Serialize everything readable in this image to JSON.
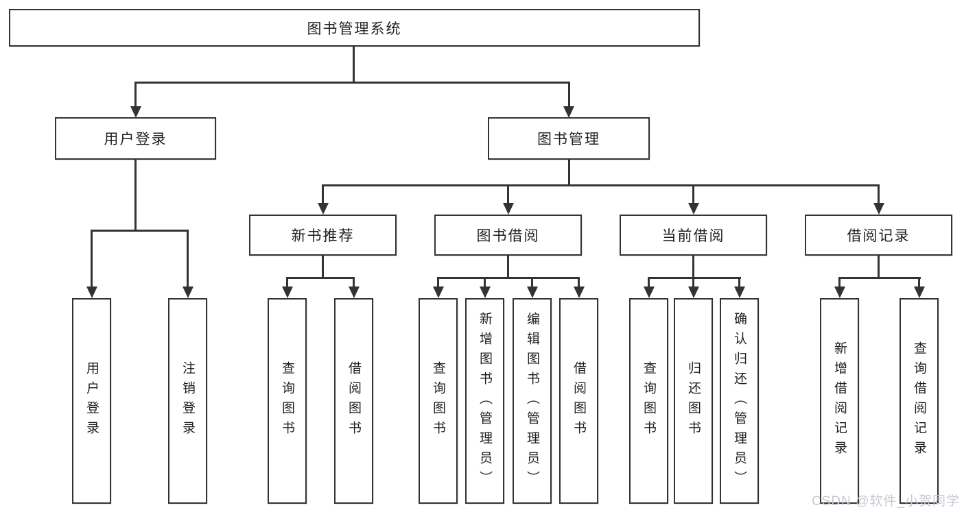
{
  "page": {
    "background": "#ffffff"
  },
  "colors": {
    "line": "#333333",
    "box_border": "#333333",
    "text": "#1f1f1f",
    "watermark": "#c5cad1"
  },
  "watermark": {
    "text": "CSDN @软件_小贺同学"
  },
  "tree": {
    "root": {
      "label": "图书管理系统"
    },
    "branches": [
      {
        "label": "用户登录",
        "children": [
          {
            "label": "用户登录"
          },
          {
            "label": "注销登录"
          }
        ]
      },
      {
        "label": "图书管理",
        "children": [
          {
            "label": "新书推荐",
            "children": [
              {
                "label": "查询图书"
              },
              {
                "label": "借阅图书"
              }
            ]
          },
          {
            "label": "图书借阅",
            "children": [
              {
                "label": "查询图书"
              },
              {
                "label": "新增图书（管理员）"
              },
              {
                "label": "编辑图书（管理员）"
              },
              {
                "label": "借阅图书"
              }
            ]
          },
          {
            "label": "当前借阅",
            "children": [
              {
                "label": "查询图书"
              },
              {
                "label": "归还图书"
              },
              {
                "label": "确认归还（管理员）"
              }
            ]
          },
          {
            "label": "借阅记录",
            "children": [
              {
                "label": "新增借阅记录"
              },
              {
                "label": "查询借阅记录"
              }
            ]
          }
        ]
      }
    ]
  }
}
